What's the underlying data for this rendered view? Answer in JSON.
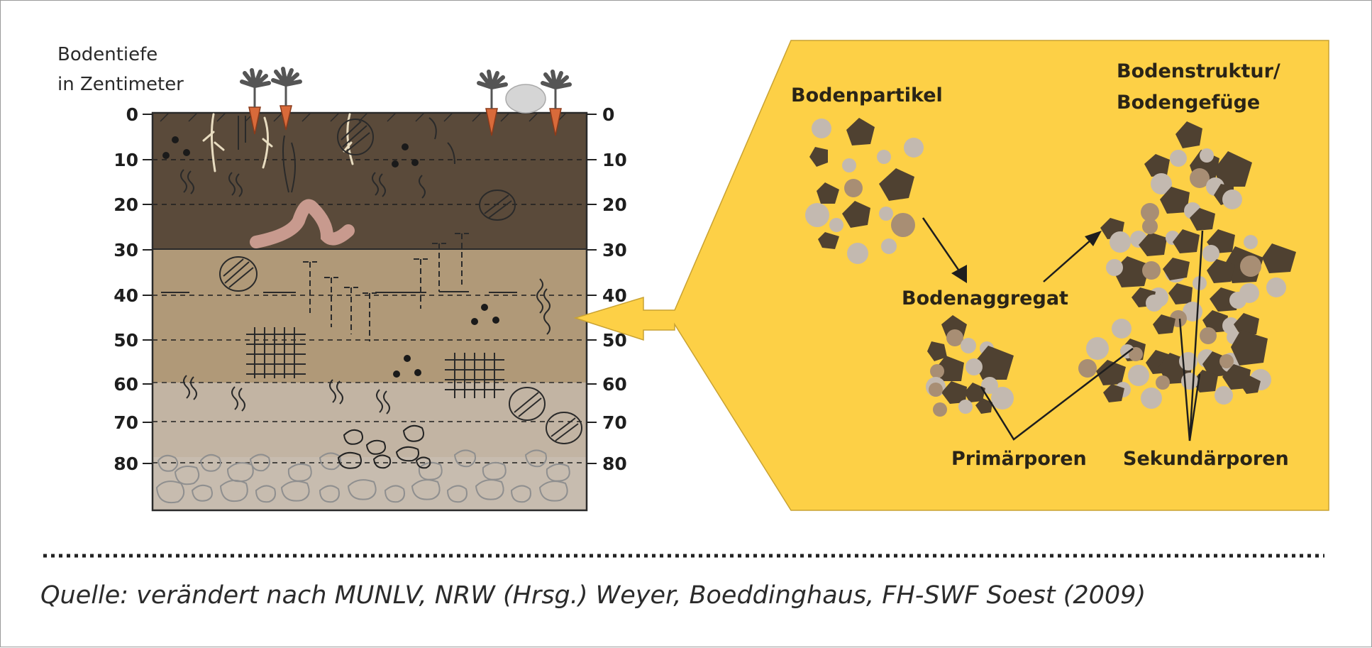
{
  "profile": {
    "axis_title_line1": "Bodentiefe",
    "axis_title_line2": "in Zentimeter",
    "depth_ticks": [
      "0",
      "10",
      "20",
      "30",
      "40",
      "50",
      "60",
      "70",
      "80"
    ],
    "layer_colors": {
      "topsoil": "#5a4a3a",
      "subsoil": "#b09978",
      "lower": "#c2b4a3",
      "gravel": "#c7bcaf"
    }
  },
  "panel": {
    "background": "#fdd046",
    "labels": {
      "bodenpartikel": "Bodenpartikel",
      "bodenaggregat": "Bodenaggregat",
      "bodenstruktur_line1": "Bodenstruktur/",
      "bodenstruktur_line2": "Bodengefüge",
      "primaerporen": "Primärporen",
      "sekundaerporen": "Sekundärporen"
    },
    "particle_colors": {
      "dark": "#4f4131",
      "light": "#c3b9b0",
      "medium": "#a88e74"
    }
  },
  "footer": {
    "source": "Quelle: verändert nach MUNLV, NRW (Hrsg.) Weyer, Boeddinghaus, FH-SWF Soest (2009)"
  }
}
